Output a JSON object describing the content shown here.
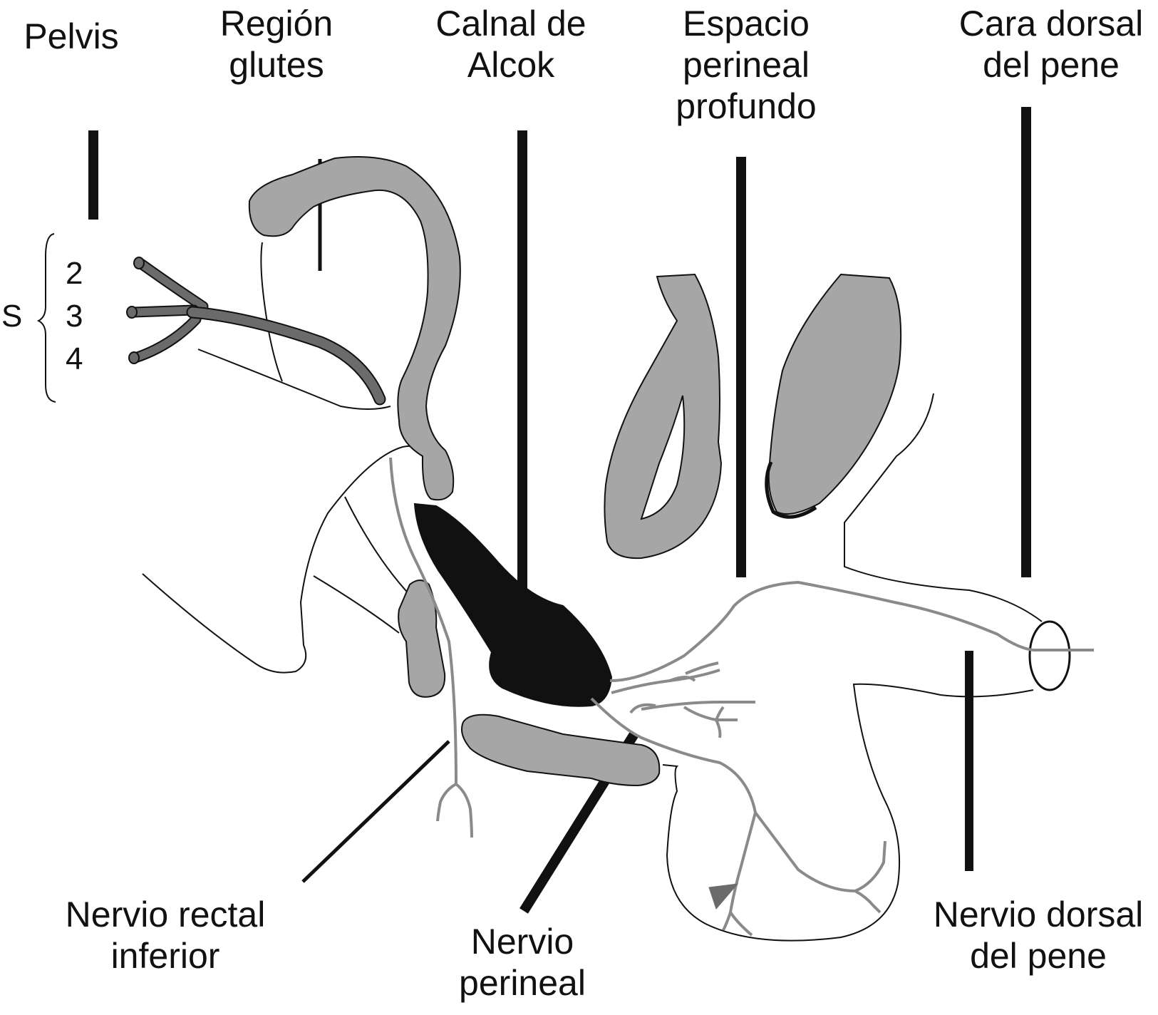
{
  "labels": {
    "pelvis": "Pelvis",
    "region_glutes": [
      "Región",
      "glutes"
    ],
    "canal_alcok": [
      "Calnal de",
      "Alcok"
    ],
    "espacio_perineal": [
      "Espacio",
      "perineal",
      "profundo"
    ],
    "cara_dorsal": [
      "Cara dorsal",
      "del pene"
    ],
    "nervio_rectal": [
      "Nervio rectal",
      "inferior"
    ],
    "nervio_perineal": [
      "Nervio",
      "perineal"
    ],
    "nervio_dorsal": [
      "Nervio dorsal",
      "del pene"
    ]
  },
  "sacral": {
    "letter": "S",
    "roots": [
      "2",
      "3",
      "4"
    ]
  },
  "colors": {
    "light_gray": "#a6a6a6",
    "dark_gray": "#6b6b6b",
    "nerve_gray": "#8a8a8a",
    "black": "#111111"
  }
}
